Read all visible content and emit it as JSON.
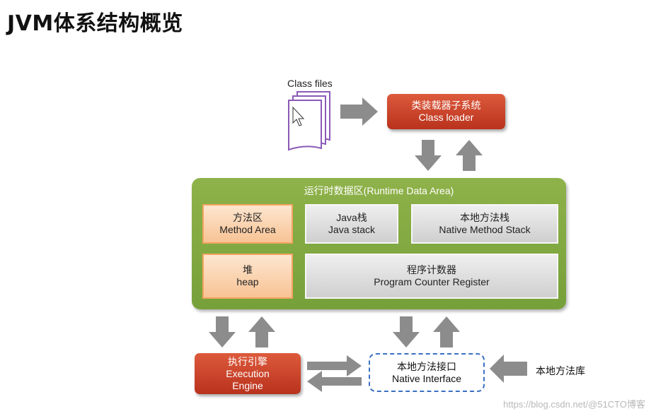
{
  "title": "JVM体系结构概览",
  "class_files": {
    "label": "Class files"
  },
  "class_loader": {
    "line1": "类装载器子系统",
    "line2": "Class loader"
  },
  "runtime": {
    "title": "运行时数据区(Runtime Data Area)",
    "method_area": {
      "line1": "方法区",
      "line2": "Method Area"
    },
    "java_stack": {
      "line1": "Java栈",
      "line2": "Java stack"
    },
    "native_stack": {
      "line1": "本地方法栈",
      "line2": "Native Method Stack"
    },
    "heap": {
      "line1": "堆",
      "line2": "heap"
    },
    "pc_register": {
      "line1": "程序计数器",
      "line2": "Program Counter Register"
    }
  },
  "execution_engine": {
    "line1": "执行引擎",
    "line2": "Execution",
    "line3": "Engine"
  },
  "native_interface": {
    "line1": "本地方法接口",
    "line2": "Native Interface"
  },
  "native_library": {
    "label": "本地方法库"
  },
  "watermark": "https://blog.csdn.net/@51CTO博客",
  "colors": {
    "red_box": "#c8432a",
    "runtime_green": "#82a843",
    "orange_cell": "#fad6b4",
    "gray_cell": "#dcdcdc",
    "arrow_gray": "#8c8c8c",
    "dashed_blue": "#3a70c0"
  }
}
